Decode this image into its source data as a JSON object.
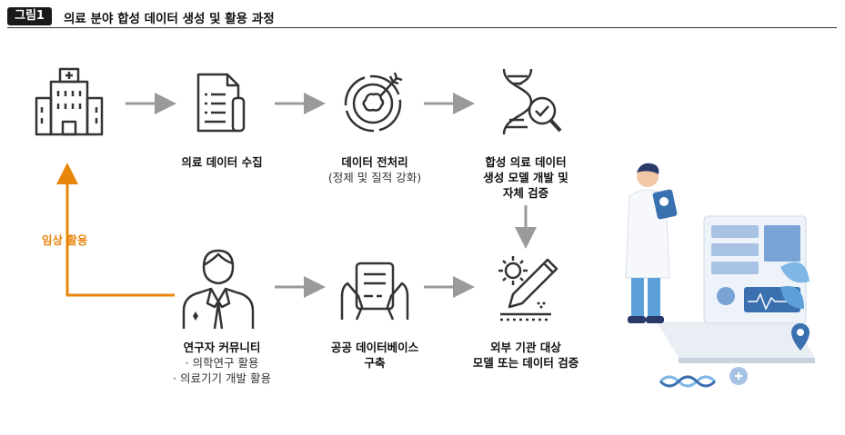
{
  "header": {
    "badge": "그림1",
    "title": "의료 분야 합성 데이터 생성 및 활용 과정"
  },
  "nodes": {
    "collect": {
      "label": "의료 데이터 수집"
    },
    "preprocess": {
      "label": "데이터 전처리",
      "sub": "(정제 및 질적 강화)"
    },
    "develop": {
      "line1": "합성 의료 데이터",
      "line2": "생성 모델 개발 및",
      "line3": "자체 검증"
    },
    "community": {
      "label": "연구자 커뮤니티",
      "item1": "· 의학연구 활용",
      "item2": "· 의료기기 개발 활용"
    },
    "database": {
      "line1": "공공 데이터베이스",
      "line2": "구축"
    },
    "validation": {
      "line1": "외부 기관 대상",
      "line2": "모델 또는 데이터 검증"
    }
  },
  "clinical_use": "임상 활용",
  "colors": {
    "arrow_gray": "#9a9a9a",
    "orange": "#e8860c",
    "icon": "#333333",
    "accent_blue": "#3a6fb0"
  }
}
